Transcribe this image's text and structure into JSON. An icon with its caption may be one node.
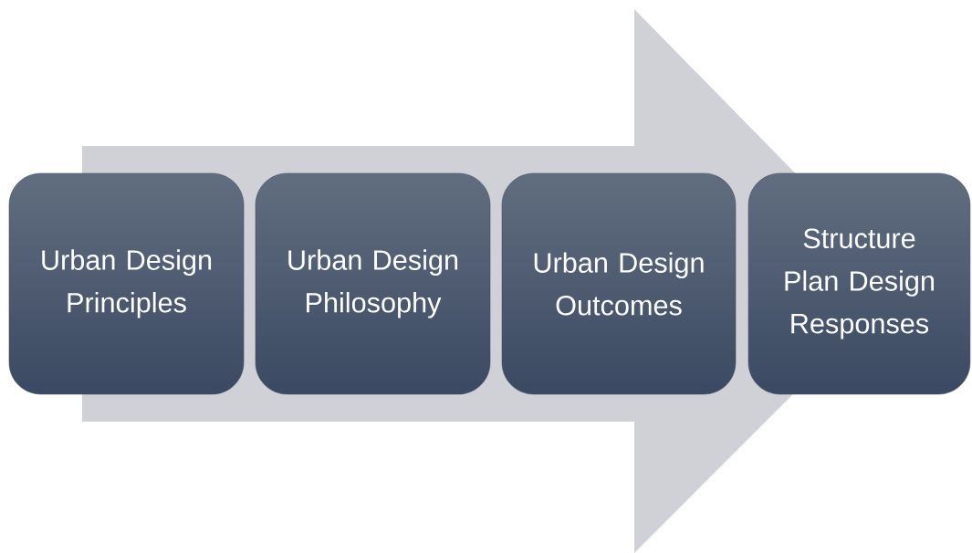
{
  "diagram": {
    "nodes": [
      {
        "text": [
          "Urban Design Principles"
        ]
      },
      {
        "text": [
          "Urban Design Philosophy"
        ]
      },
      {
        "text": [
          "Urban Design Outcomes"
        ]
      },
      {
        "text": [
          "Structure Plan Design Responses"
        ]
      }
    ],
    "edges": [
      {
        "from": 0,
        "to": 3,
        "arrow": "to"
      }
    ]
  }
}
